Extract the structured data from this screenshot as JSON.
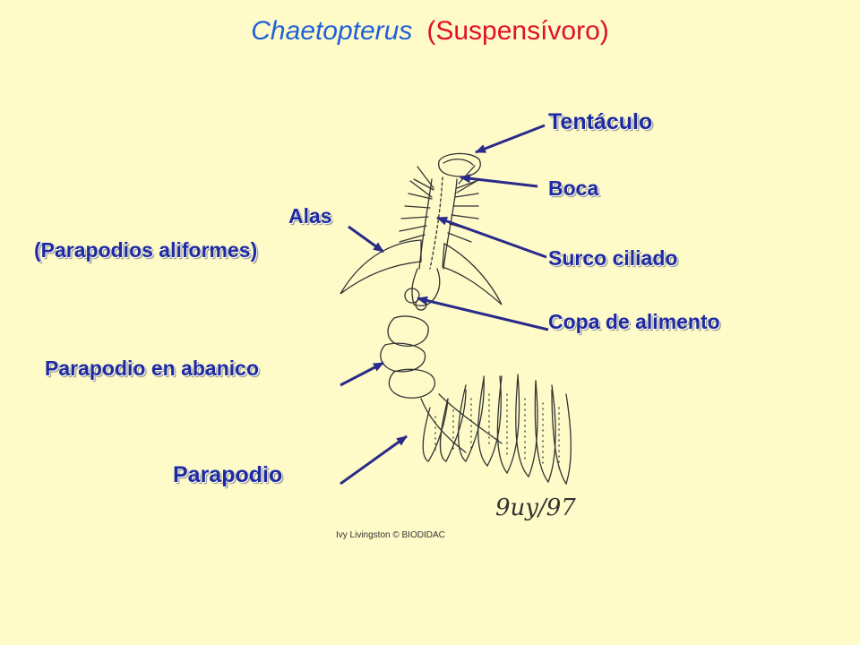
{
  "title": {
    "genus": "Chaetopterus",
    "role": "(Suspensívoro)"
  },
  "labels": {
    "tentaculo": "Tentáculo",
    "boca": "Boca",
    "surco": "Surco ciliado",
    "copa": "Copa de alimento",
    "alas": "Alas",
    "alas_sub": "(Parapodios aliformes)",
    "abanico": "Parapodio en abanico",
    "parapodio": "Parapodio"
  },
  "credit": "Ivy Livingston © BIODIDAC",
  "signature": "9uy/97",
  "colors": {
    "label": "#1e2aa2",
    "genus": "#2060d8",
    "role": "#e0102a",
    "background": "#fefbc8"
  }
}
